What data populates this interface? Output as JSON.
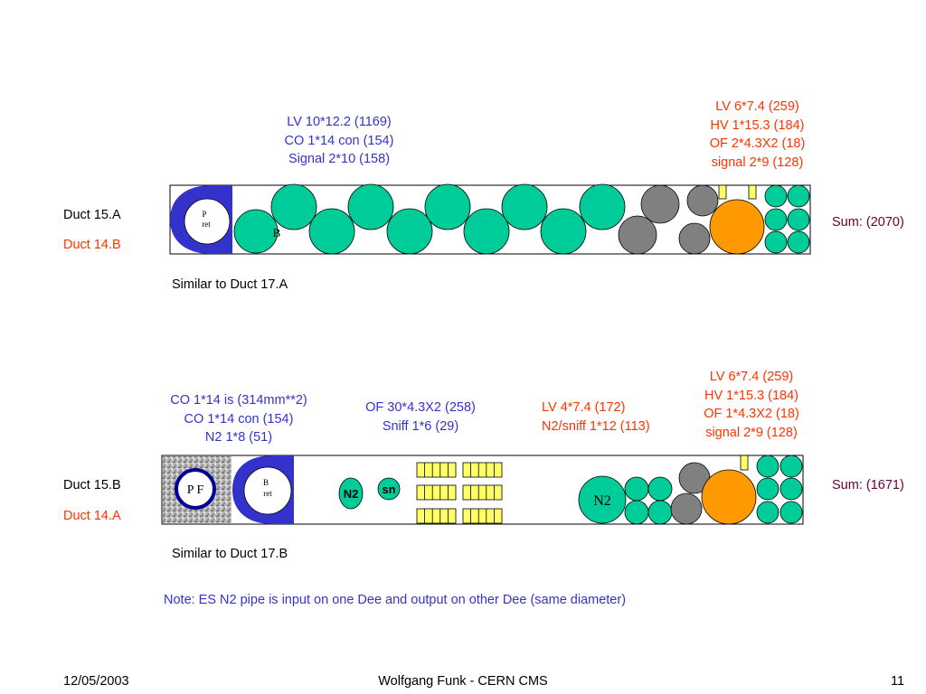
{
  "diagram1": {
    "blue_note": [
      "LV 10*12.2 (1169)",
      "CO 1*14 con (154)",
      "Signal 2*10 (158)"
    ],
    "red_note": [
      "LV  6*7.4 (259)",
      "HV 1*15.3 (184)",
      "OF 2*4.3X2 (18)",
      "signal 2*9 (128)"
    ],
    "duct_a": "Duct 15.A",
    "duct_b": "Duct 14.B",
    "sum": "Sum: (2070)",
    "similar": "Similar to Duct 17.A",
    "pipe_top": "P",
    "pipe_bottom": "ret",
    "hidden_char": "B"
  },
  "diagram2": {
    "blue_note_left": [
      "CO 1*14 is (314mm**2)",
      "CO 1*14 con (154)",
      "N2 1*8 (51)"
    ],
    "blue_note_mid": [
      "OF 30*4.3X2 (258)",
      "Sniff 1*6 (29)"
    ],
    "red_note_mid": [
      "LV  4*7.4 (172)",
      "N2/sniff 1*12 (113)"
    ],
    "red_note_right": [
      "LV  6*7.4 (259)",
      "HV 1*15.3 (184)",
      "OF 1*4.3X2 (18)",
      "signal 2*9 (128)"
    ],
    "duct_a": "Duct 15.B",
    "duct_b": "Duct 14.A",
    "sum": "Sum: (1671)",
    "similar": "Similar to Duct 17.B",
    "pf_label": "P F",
    "pipe_top": "B",
    "pipe_bottom": "ret",
    "n2_small": "N2",
    "sn_small": "sn",
    "n2_large": "N2"
  },
  "note": "Note: ES N2 pipe is input on one Dee and output on other Dee (same diameter)",
  "footer": {
    "date": "12/05/2003",
    "author": "Wolfgang Funk - CERN  CMS",
    "page": "11"
  },
  "colors": {
    "green": "#00cc99",
    "grey": "#808080",
    "orange": "#ff9900",
    "yellow": "#ffff66",
    "pipe_blue": "#3333cc",
    "blue_text": "#3333cc",
    "red_text": "#ff3300",
    "sum_text": "#660033"
  }
}
